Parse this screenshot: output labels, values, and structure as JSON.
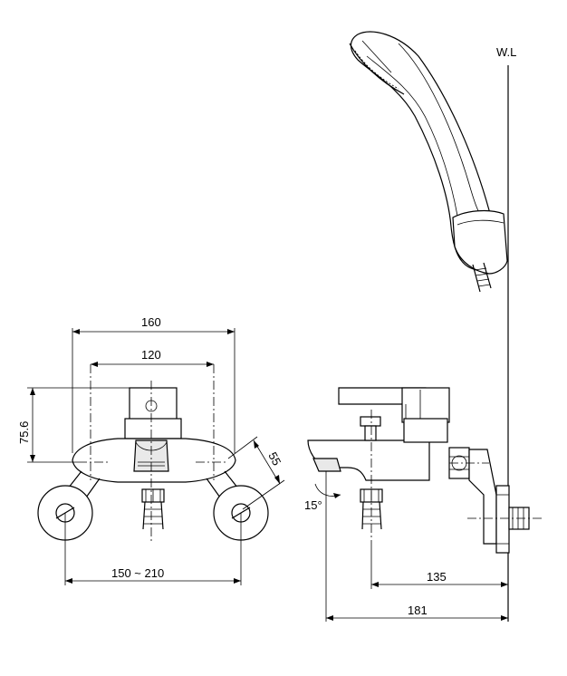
{
  "labels": {
    "water_line": "W.L",
    "dim_160": "160",
    "dim_120": "120",
    "dim_75_6": "75.6",
    "dim_55": "55",
    "dim_150_210": "150 ~ 210",
    "dim_15deg": "15°",
    "dim_135": "135",
    "dim_181": "181"
  }
}
